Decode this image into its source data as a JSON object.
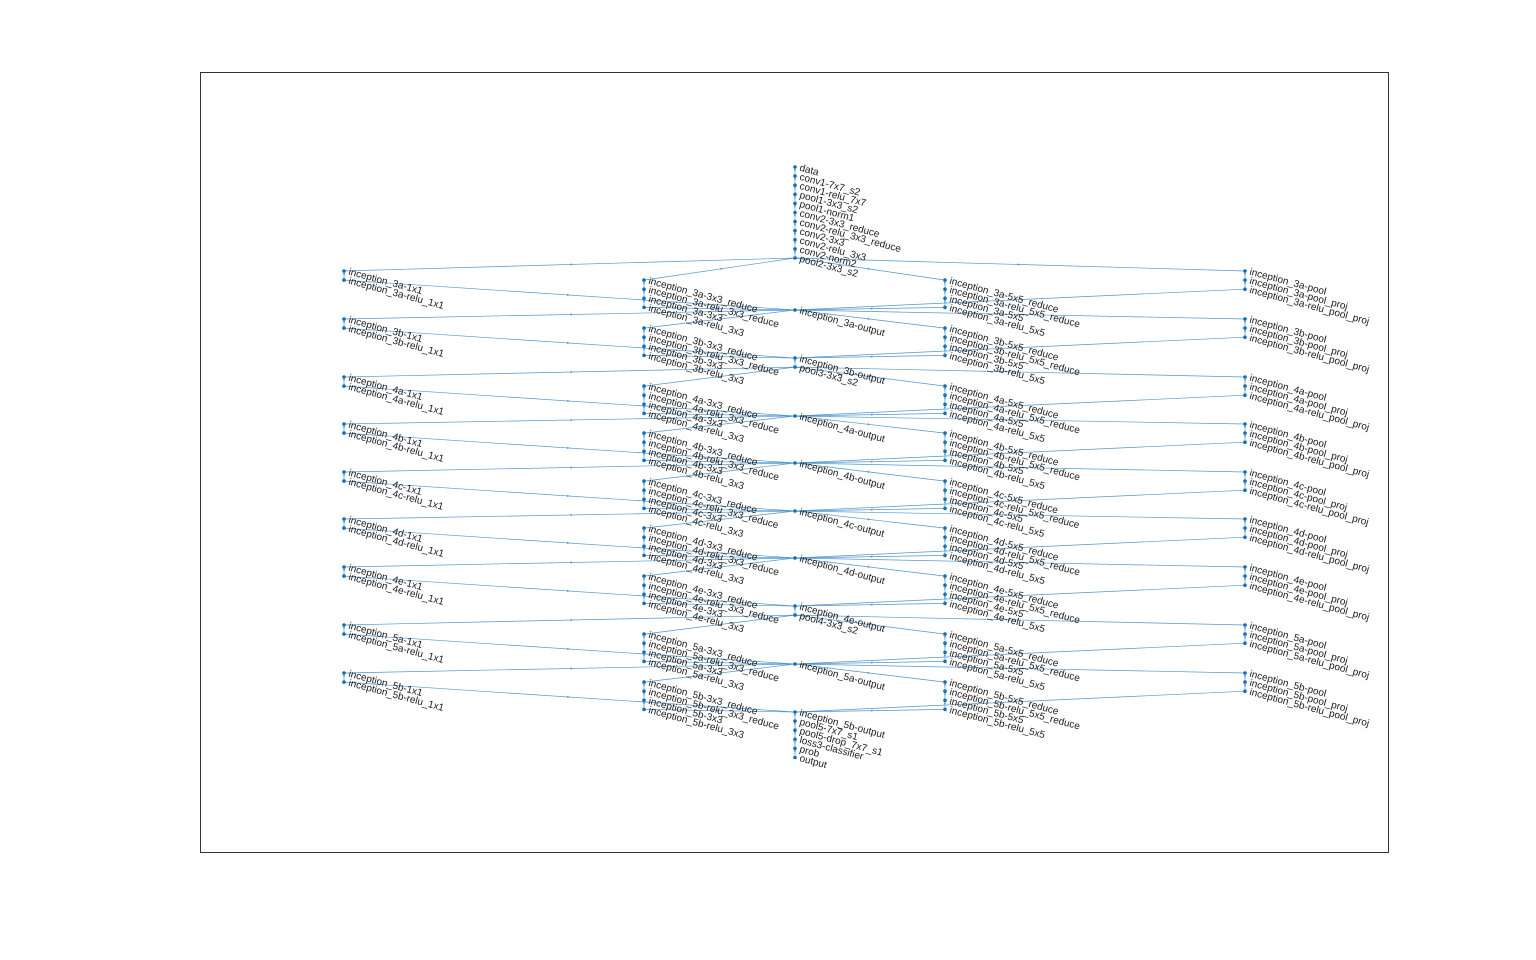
{
  "figure": {
    "edge_color": "#4f96cf",
    "node_color": "#0f6fb8",
    "frame_color": "#000000",
    "background": "#ffffff"
  },
  "graph": {
    "type": "layered-digraph",
    "stem": [
      "data",
      "conv1-7x7_s2",
      "conv1-relu_7x7",
      "pool1-3x3_s2",
      "pool1-norm1",
      "conv2-3x3_reduce",
      "conv2-relu_3x3_reduce",
      "conv2-3x3",
      "conv2-relu_3x3",
      "conv2-norm2",
      "pool2-3x3_s2"
    ],
    "modules": [
      {
        "name": "inception_3a",
        "after": []
      },
      {
        "name": "inception_3b",
        "after": [
          "pool3-3x3_s2"
        ]
      },
      {
        "name": "inception_4a",
        "after": []
      },
      {
        "name": "inception_4b",
        "after": []
      },
      {
        "name": "inception_4c",
        "after": []
      },
      {
        "name": "inception_4d",
        "after": []
      },
      {
        "name": "inception_4e",
        "after": [
          "pool4-3x3_s2"
        ]
      },
      {
        "name": "inception_5a",
        "after": []
      },
      {
        "name": "inception_5b",
        "after": [
          "pool5-7x7_s1",
          "pool5-drop_7x7_s1",
          "loss3-classifier",
          "prob",
          "output"
        ]
      }
    ],
    "branch_suffixes": [
      [
        "-1x1",
        "-relu_1x1"
      ],
      [
        "-3x3_reduce",
        "-relu_3x3_reduce",
        "-3x3",
        "-relu_3x3"
      ],
      [
        "-5x5_reduce",
        "-relu_5x5_reduce",
        "-5x5",
        "-relu_5x5"
      ],
      [
        "-pool",
        "-pool_proj",
        "-relu_pool_proj"
      ]
    ],
    "output_suffix": "-output"
  }
}
